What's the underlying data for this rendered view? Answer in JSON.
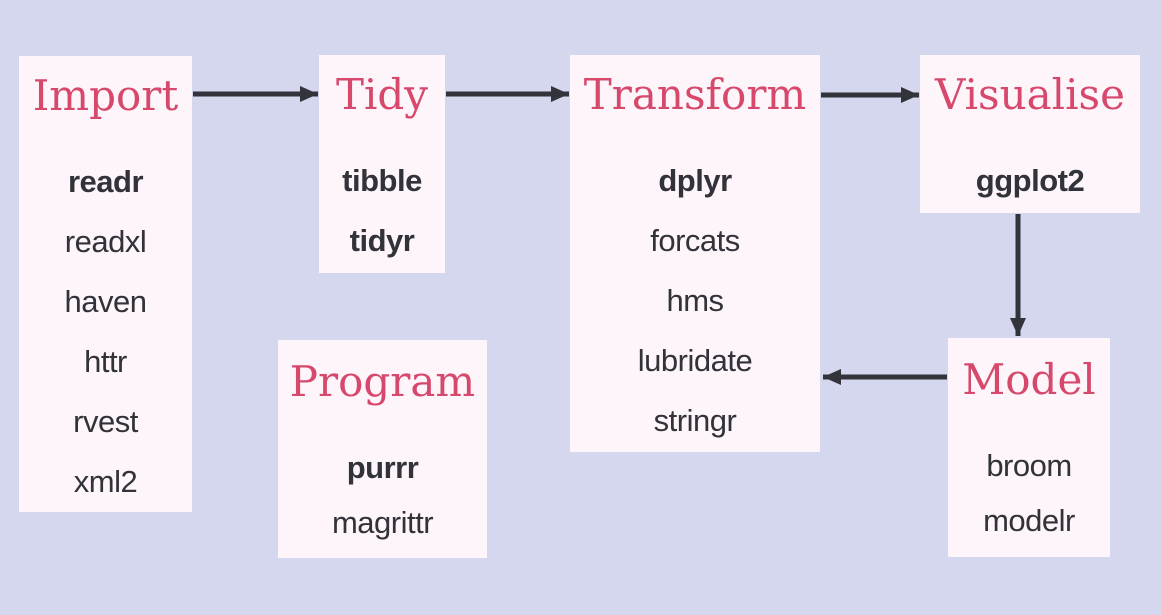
{
  "colors": {
    "background": "#d5d7ee",
    "box_fill": "#fdf5f9",
    "title_pink": "#d6486c",
    "text_dark": "#32323a",
    "arrow": "#33333b"
  },
  "boxes": {
    "import": {
      "title": "Import",
      "packages": [
        {
          "name": "readr",
          "bold": true
        },
        {
          "name": "readxl",
          "bold": false
        },
        {
          "name": "haven",
          "bold": false
        },
        {
          "name": "httr",
          "bold": false
        },
        {
          "name": "rvest",
          "bold": false
        },
        {
          "name": "xml2",
          "bold": false
        }
      ]
    },
    "tidy": {
      "title": "Tidy",
      "packages": [
        {
          "name": "tibble",
          "bold": true
        },
        {
          "name": "tidyr",
          "bold": true
        }
      ]
    },
    "transform": {
      "title": "Transform",
      "packages": [
        {
          "name": "dplyr",
          "bold": true
        },
        {
          "name": "forcats",
          "bold": false
        },
        {
          "name": "hms",
          "bold": false
        },
        {
          "name": "lubridate",
          "bold": false
        },
        {
          "name": "stringr",
          "bold": false
        }
      ]
    },
    "visualise": {
      "title": "Visualise",
      "packages": [
        {
          "name": "ggplot2",
          "bold": true
        }
      ]
    },
    "model": {
      "title": "Model",
      "packages": [
        {
          "name": "broom",
          "bold": false
        },
        {
          "name": "modelr",
          "bold": false
        }
      ]
    },
    "program": {
      "title": "Program",
      "packages": [
        {
          "name": "purrr",
          "bold": true
        },
        {
          "name": "magrittr",
          "bold": false
        }
      ]
    }
  },
  "arrows": [
    {
      "name": "import-to-tidy",
      "from": "Import",
      "to": "Tidy"
    },
    {
      "name": "tidy-to-transform",
      "from": "Tidy",
      "to": "Transform"
    },
    {
      "name": "transform-to-visualise",
      "from": "Transform",
      "to": "Visualise"
    },
    {
      "name": "visualise-to-model",
      "from": "Visualise",
      "to": "Model"
    },
    {
      "name": "model-to-transform",
      "from": "Model",
      "to": "Transform"
    }
  ]
}
